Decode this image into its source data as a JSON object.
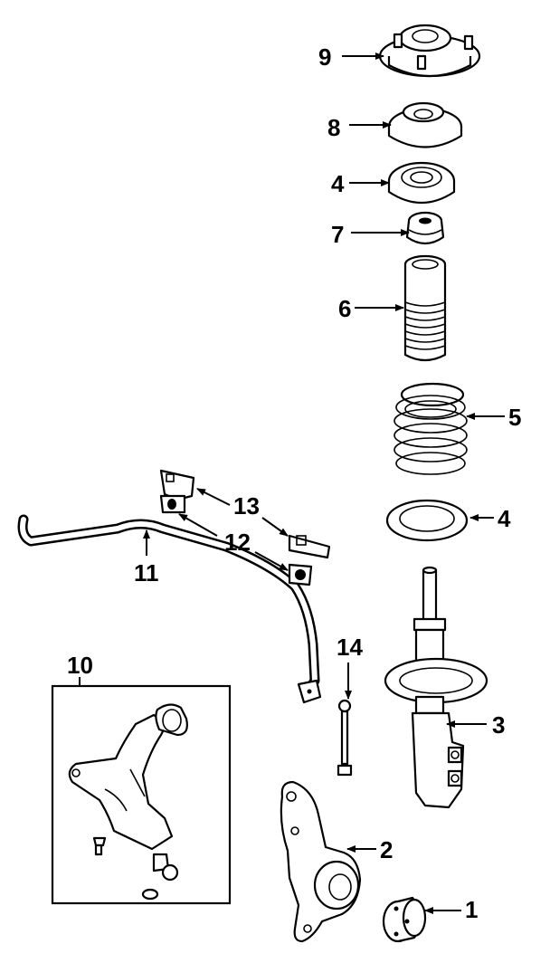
{
  "diagram": {
    "callouts": {
      "c1": "1",
      "c2": "2",
      "c3": "3",
      "c4_top": "4",
      "c4_bottom": "4",
      "c5": "5",
      "c6": "6",
      "c7": "7",
      "c8": "8",
      "c9": "9",
      "c10": "10",
      "c11": "11",
      "c12": "12",
      "c13": "13",
      "c14": "14"
    }
  }
}
